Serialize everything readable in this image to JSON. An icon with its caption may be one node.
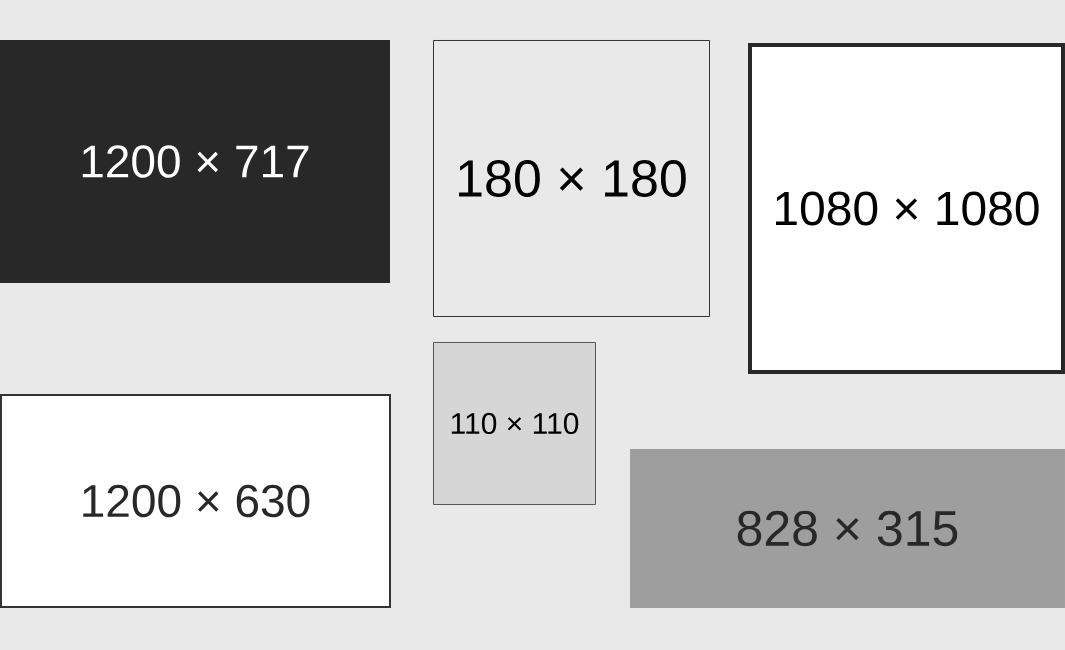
{
  "diagram": {
    "nodes": [
      {
        "text": [
          "1200 × 717"
        ]
      },
      {
        "text": [
          "180 × 180"
        ]
      },
      {
        "text": [
          "1080 × 1080"
        ]
      },
      {
        "text": [
          "110 × 110"
        ]
      },
      {
        "text": [
          "1200 × 630"
        ]
      },
      {
        "text": [
          "828 × 315"
        ]
      }
    ]
  }
}
